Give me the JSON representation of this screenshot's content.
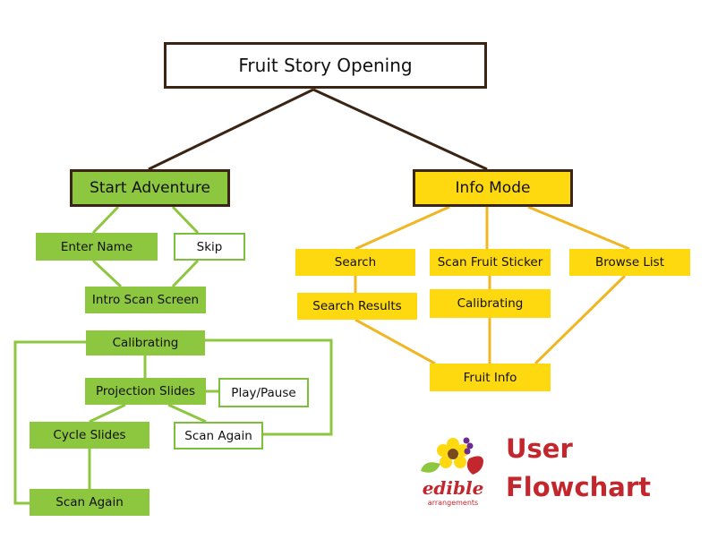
{
  "title": {
    "line1": "User",
    "line2": "Flowchart"
  },
  "logo": {
    "word": "edible",
    "sub": "arrangements"
  },
  "colors": {
    "green": "#8dc63f",
    "yellow": "#ffd90f",
    "dark": "#3a2515",
    "red": "#c1272d",
    "line_green": "#8dc63f",
    "line_yellow": "#f0b623"
  },
  "nodes": {
    "root": "Fruit Story Opening",
    "start_adventure": "Start Adventure",
    "info_mode": "Info Mode",
    "enter_name": "Enter Name",
    "skip": "Skip",
    "intro_scan": "Intro Scan Screen",
    "calibrating_green": "Calibrating",
    "projection_slides": "Projection Slides",
    "play_pause": "Play/Pause",
    "cycle_slides": "Cycle Slides",
    "scan_again_white": "Scan Again",
    "scan_again_green": "Scan Again",
    "search": "Search",
    "scan_fruit_sticker": "Scan Fruit Sticker",
    "browse_list": "Browse List",
    "search_results": "Search Results",
    "calibrating_yellow": "Calibrating",
    "fruit_info": "Fruit Info"
  }
}
